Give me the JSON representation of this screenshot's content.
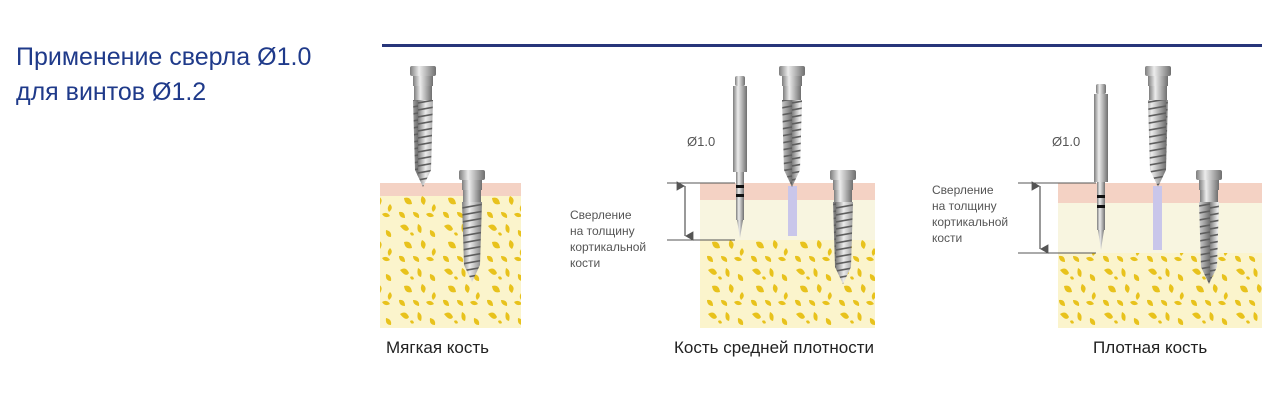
{
  "title": {
    "line1": "Применение сверла Ø1.0",
    "line2": "для винтов Ø1.2"
  },
  "panels": [
    {
      "caption": "Мягкая кость"
    },
    {
      "caption": "Кость средней плотности",
      "drill_label": "Ø1.0",
      "note": [
        "Сверление",
        "на толщину",
        "кортикальной",
        "кости"
      ]
    },
    {
      "caption": "Плотная кость",
      "drill_label": "Ø1.0",
      "note": [
        "Сверление",
        "на толщину",
        "кортикальной",
        "кости"
      ]
    }
  ],
  "colors": {
    "title": "#1f3a8a",
    "rule": "#27357a",
    "gum": "#f4d2c4",
    "cortical": "#f8f5e0",
    "cancellous": "#fbf4cc",
    "trabecula": "#e8c21c",
    "drill_hole": "#c9c6ea"
  }
}
